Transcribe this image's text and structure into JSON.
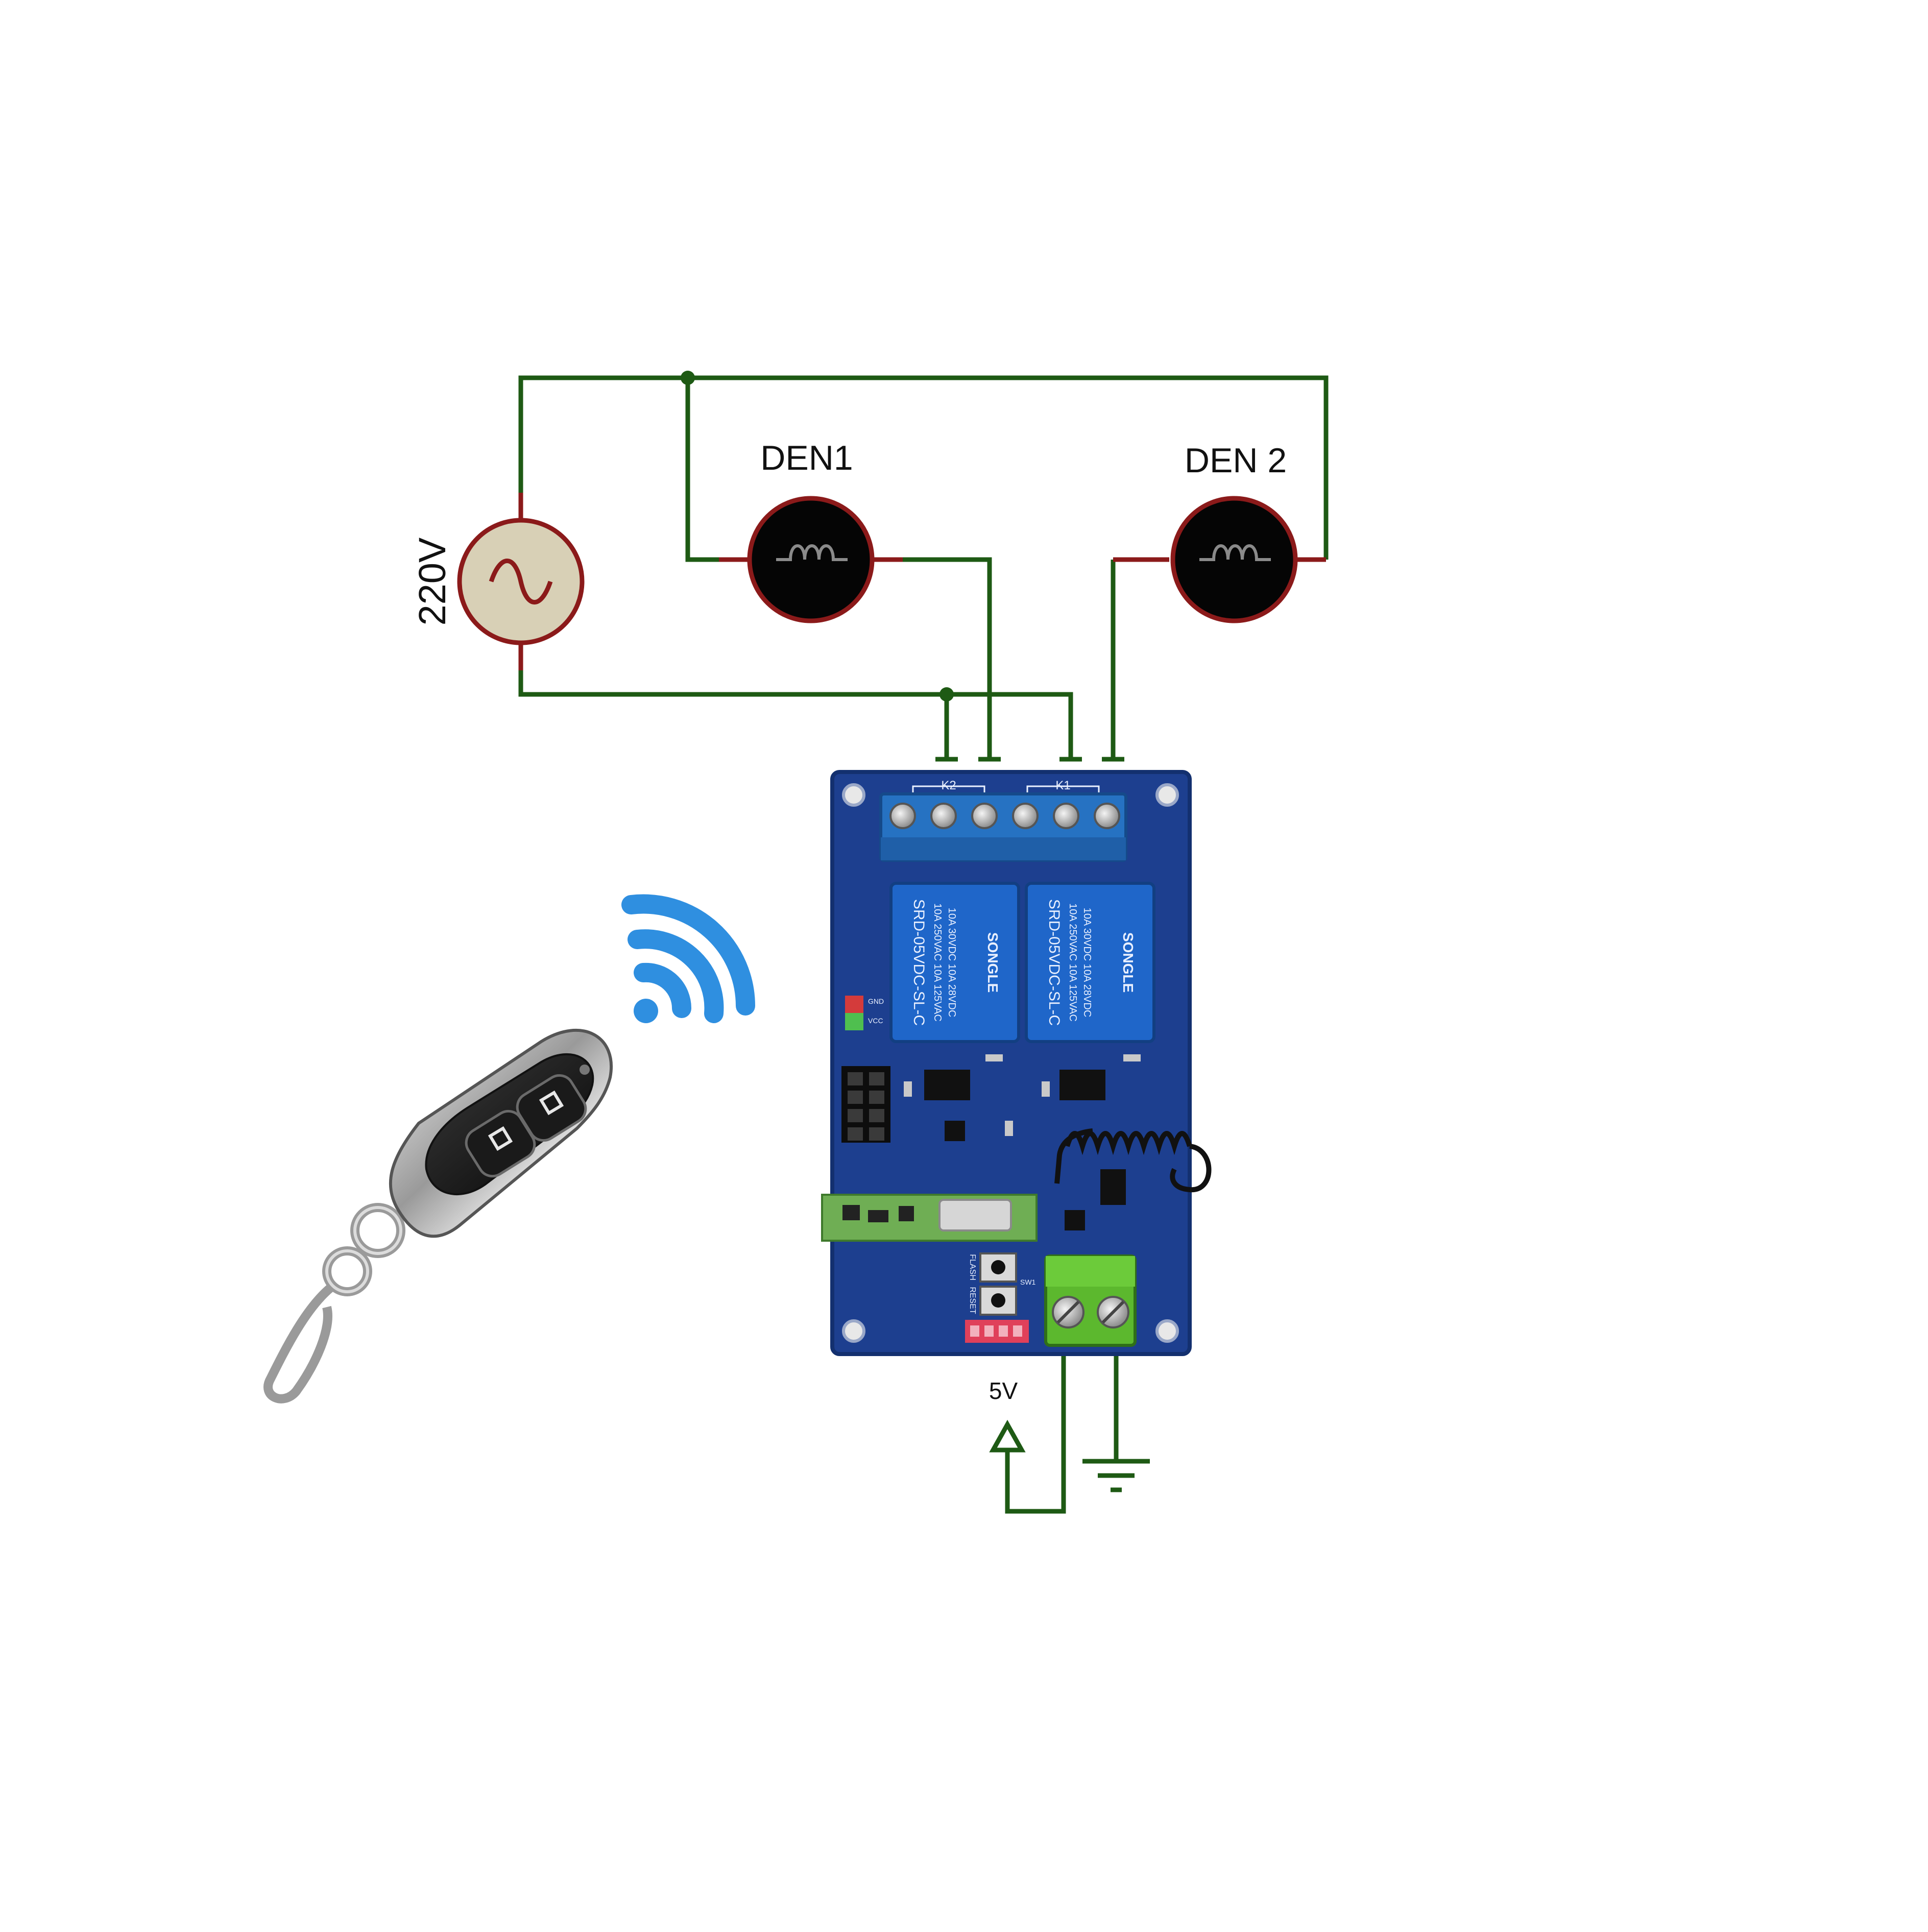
{
  "labels": {
    "source": "220V",
    "lamp1": "DEN1",
    "lamp2": "DEN 2",
    "supply": "5V"
  },
  "board": {
    "relay_k2": "K2",
    "relay_k1": "K1",
    "relay_brand": "SONGLE",
    "relay_model": "SRD-05VDC-SL-C",
    "relay_rating_1": "10A 250VAC 10A 125VAC",
    "relay_rating_2": "10A 30VDC 10A 28VDC",
    "gnd_label": "GND",
    "vcc_label": "VCC",
    "flash_label": "FLASH",
    "reset_label": "RESET",
    "sw1_label": "SW1"
  },
  "colors": {
    "wire": "#1e5a14",
    "terminal_stub": "#8b1a1a",
    "lamp_fill": "#050505",
    "source_fill": "#d8d0b6",
    "pcb": "#1d3f8f",
    "terminal_block": "#2672c2",
    "power_terminal": "#5cb82e",
    "wifi": "#2f8fe0"
  },
  "icons": {
    "source": "ac-source-icon",
    "lamp": "lamp-icon",
    "wireless": "wifi-icon",
    "remote": "remote-key-fob-icon",
    "ground": "ground-icon",
    "supply": "supply-arrow-icon"
  }
}
